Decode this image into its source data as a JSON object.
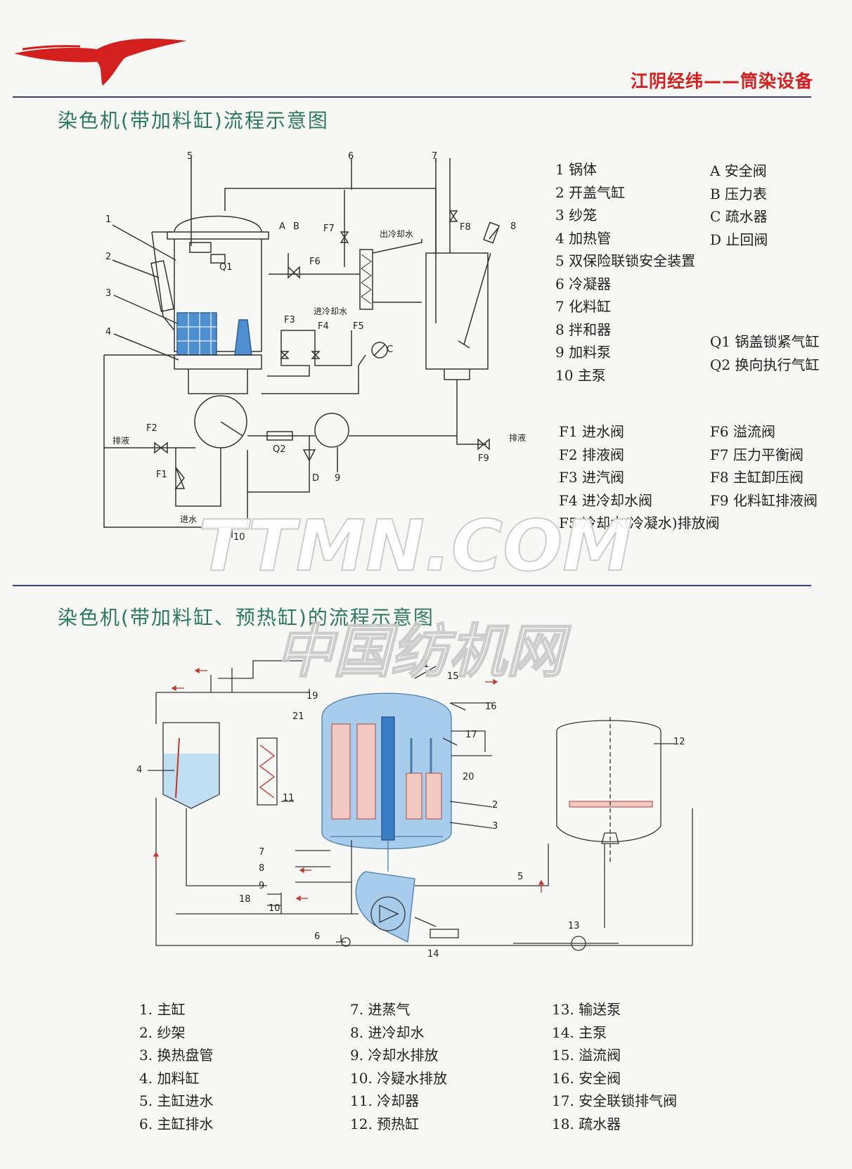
{
  "header": {
    "brand": "江阴经纬——筒染设备",
    "logo_icon": "eagle-logo-icon"
  },
  "section1": {
    "title": "染色机(带加料缸)流程示意图",
    "labels": [
      "1",
      "2",
      "3",
      "4",
      "5",
      "6",
      "7",
      "8",
      "9",
      "10",
      "A",
      "B",
      "C",
      "D",
      "Q1",
      "Q2",
      "F1",
      "F2",
      "F3",
      "F4",
      "F5",
      "F6",
      "F7",
      "F8",
      "F9"
    ],
    "text_labels": {
      "drain1": "排液",
      "drain2": "排液",
      "water_in": "进水",
      "cool_out": "出冷却水",
      "cool_in": "进冷却水"
    },
    "legend_left": [
      "1 锅体",
      "2 开盖气缸",
      "3 纱笼",
      "4 加热管",
      "5 双保险联锁安全装置",
      "6 冷凝器",
      "7 化料缸",
      "8 拌和器",
      "9 加料泵",
      "10 主泵"
    ],
    "legend_right": [
      "A 安全阀",
      "B 压力表",
      "C 疏水器",
      "D 止回阀"
    ],
    "legend_q": [
      "Q1 锅盖锁紧气缸",
      "Q2 换向执行气缸"
    ],
    "legend_f_left": [
      "F1 进水阀",
      "F2 排液阀",
      "F3 进汽阀",
      "F4 进冷却水阀",
      "F5 冷却水(冷凝水)排放阀"
    ],
    "legend_f_right": [
      "F6 溢流阀",
      "F7 压力平衡阀",
      "F8 主缸卸压阀",
      "F9 化料缸排液阀"
    ]
  },
  "section2": {
    "title": "染色机(带加料缸、预热缸)的流程示意图",
    "labels": [
      "1",
      "2",
      "3",
      "4",
      "5",
      "6",
      "7",
      "8",
      "9",
      "10",
      "11",
      "12",
      "13",
      "14",
      "15",
      "16",
      "17",
      "18",
      "19",
      "20",
      "21"
    ],
    "legend_col1": [
      "1. 主缸",
      "2. 纱架",
      "3. 换热盘管",
      "4. 加料缸",
      "5. 主缸进水",
      "6. 主缸排水"
    ],
    "legend_col2": [
      "7. 进蒸气",
      "8. 进冷却水",
      "9. 冷却水排放",
      "10. 冷疑水排放",
      "11. 冷却器",
      "12. 预热缸"
    ],
    "legend_col3": [
      "13. 输送泵",
      "14. 主泵",
      "15. 溢流阀",
      "16. 安全阀",
      "17. 安全联锁排气阀",
      "18. 疏水器"
    ]
  },
  "watermarks": {
    "wm1": "TTMN.COM",
    "wm2": "中国纺机网"
  },
  "colors": {
    "brand_red": "#d41f1f",
    "title_green": "#2e7a5c",
    "rule_navy": "#3a3f7a",
    "vessel_blue": "#9cc4e6"
  }
}
